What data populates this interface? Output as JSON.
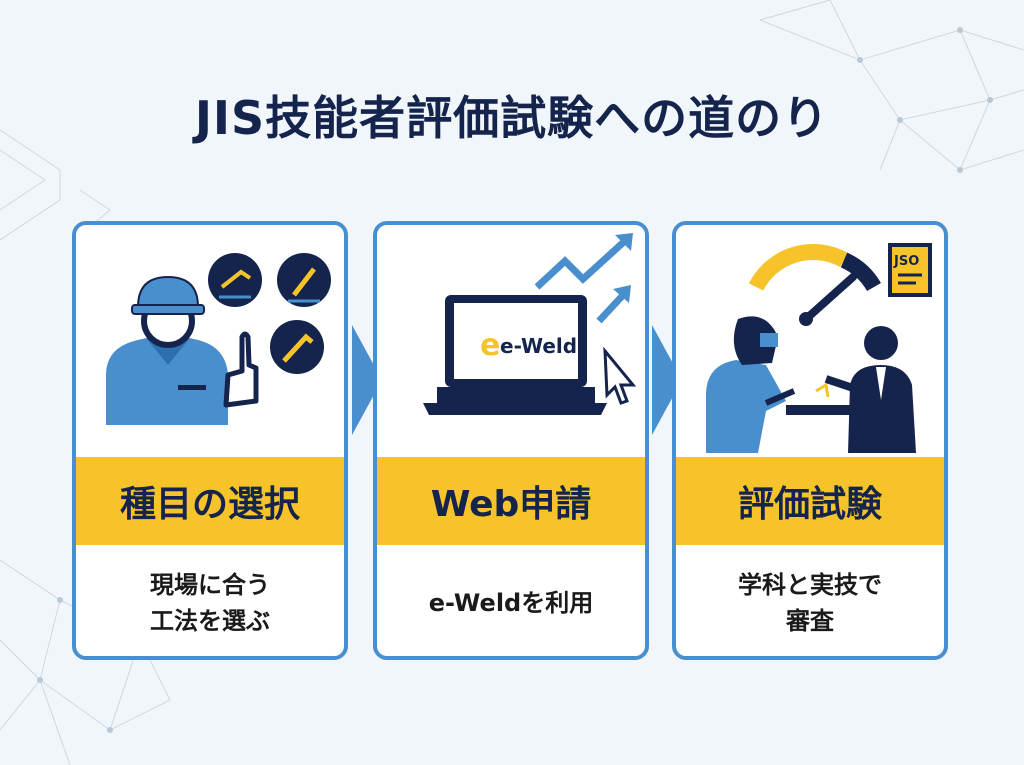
{
  "title": "JIS技能者評価試験への道のり",
  "colors": {
    "accent_blue": "#4a8fcd",
    "navy": "#15244c",
    "yellow": "#f6c42a",
    "background": "#f1f6fa"
  },
  "steps": [
    {
      "label": "種目の選択",
      "desc": "現場に合う\n工法を選ぶ",
      "icons": [
        "worker-icon",
        "welding-torch-icon"
      ]
    },
    {
      "label": "Web申請",
      "desc": "e-Weldを利用",
      "icons": [
        "laptop-icon",
        "cursor-icon",
        "trend-arrow-icon"
      ],
      "logo_text": "e-Weld"
    },
    {
      "label": "評価試験",
      "desc": "学科と実技で\n審査",
      "icons": [
        "gauge-icon",
        "document-icon",
        "welder-icon",
        "examiner-icon"
      ],
      "doc_text": "JSO"
    }
  ]
}
